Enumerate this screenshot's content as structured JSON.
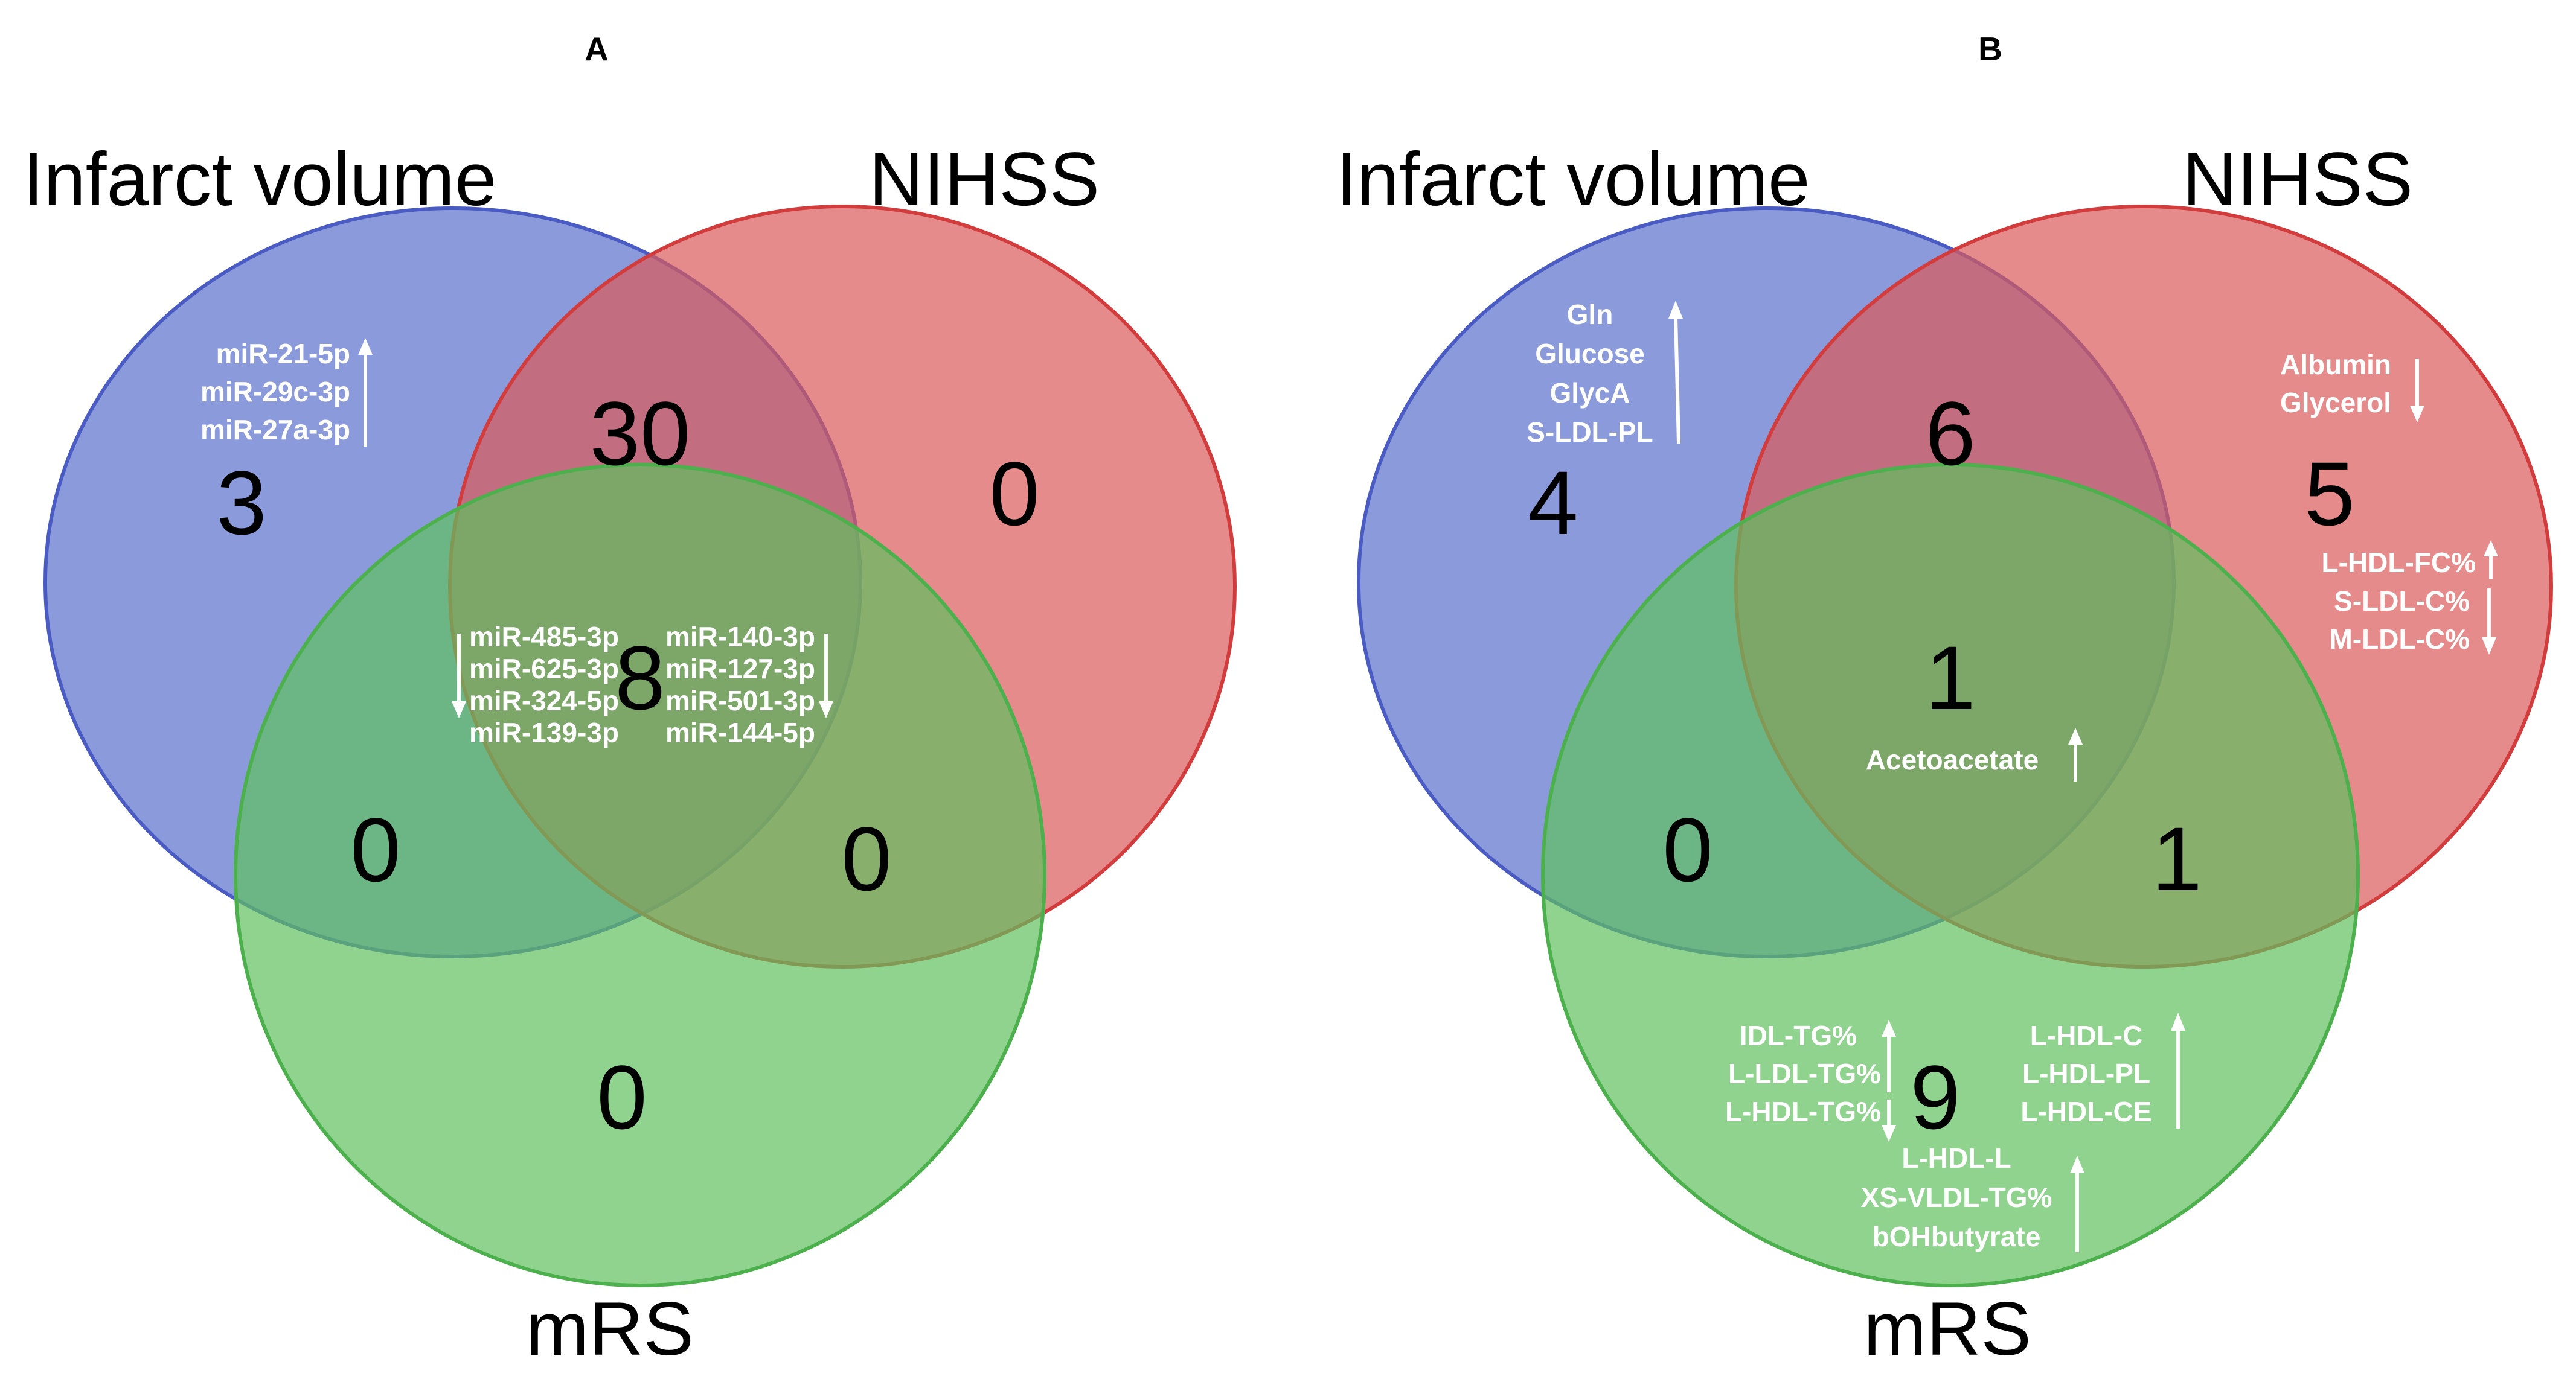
{
  "colors": {
    "infarct": "#5a6fcc",
    "infarct_stroke": "#4a5cc4",
    "nihss": "#dc5a5a",
    "nihss_stroke": "#d23c3c",
    "mrs": "#60c060",
    "mrs_stroke": "#4cb04c"
  },
  "panels": [
    {
      "letter": "A",
      "sets": {
        "infarct": "Infarct volume",
        "nihss": "NIHSS",
        "mrs": "mRS"
      },
      "counts": {
        "infarct_only": "3",
        "infarct_nihss": "30",
        "nihss_only": "0",
        "all_three": "8",
        "infarct_mrs": "0",
        "nihss_mrs": "0",
        "mrs_only": "0"
      },
      "groups": [
        {
          "direction": "up",
          "items": [
            "miR-21-5p",
            "miR-29c-3p",
            "miR-27a-3p"
          ]
        },
        {
          "direction": "down",
          "items": [
            "miR-485-3p",
            "miR-625-3p",
            "miR-324-5p",
            "miR-139-3p"
          ]
        },
        {
          "direction": "down",
          "items": [
            "miR-140-3p",
            "miR-127-3p",
            "miR-501-3p",
            "miR-144-5p"
          ]
        }
      ]
    },
    {
      "letter": "B",
      "sets": {
        "infarct": "Infarct volume",
        "nihss": "NIHSS",
        "mrs": "mRS"
      },
      "counts": {
        "infarct_only": "4",
        "infarct_nihss": "6",
        "nihss_only": "5",
        "all_three": "1",
        "infarct_mrs": "0",
        "nihss_mrs": "1",
        "mrs_only": "9"
      },
      "groups": [
        {
          "direction": "up",
          "items": [
            "Gln",
            "Glucose",
            "GlycA",
            "S-LDL-PL"
          ]
        },
        {
          "direction": "down",
          "items": [
            "Albumin",
            "Glycerol"
          ]
        },
        {
          "direction": "up",
          "items": [
            "L-HDL-FC%"
          ]
        },
        {
          "direction": "down",
          "items": [
            "S-LDL-C%",
            "M-LDL-C%"
          ]
        },
        {
          "direction": "up",
          "items": [
            "Acetoacetate"
          ]
        },
        {
          "direction": "up",
          "items": [
            "IDL-TG%",
            "L-LDL-TG%"
          ]
        },
        {
          "direction": "down",
          "items": [
            "L-HDL-TG%"
          ]
        },
        {
          "direction": "up",
          "items": [
            "L-HDL-C",
            "L-HDL-PL",
            "L-HDL-CE"
          ]
        },
        {
          "direction": "up",
          "items": [
            "L-HDL-L",
            "XS-VLDL-TG%",
            "bOHbutyrate"
          ]
        }
      ]
    }
  ]
}
